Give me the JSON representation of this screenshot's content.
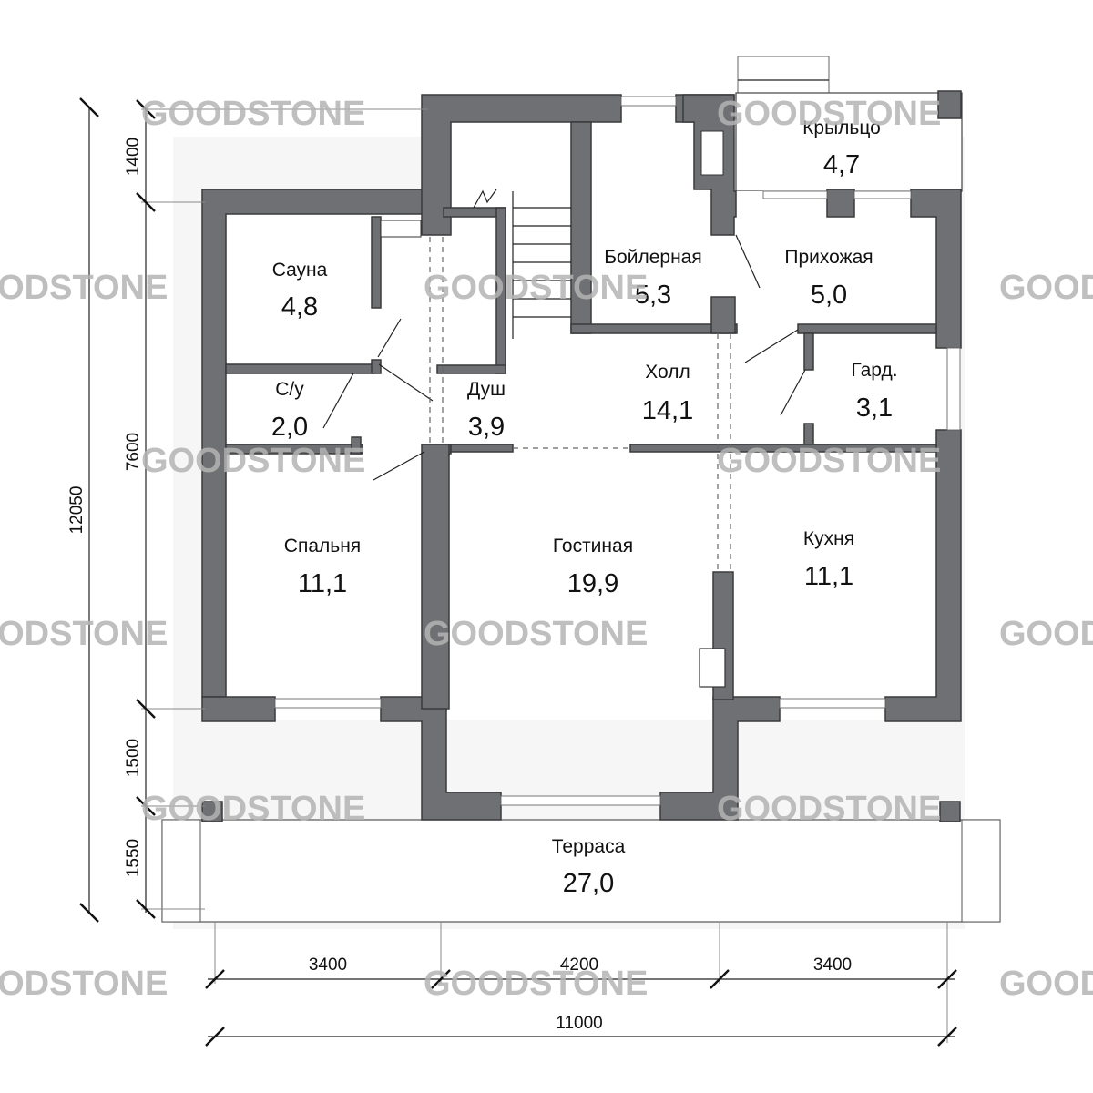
{
  "rooms": {
    "porch": {
      "name": "Крыльцо",
      "area": "4,7"
    },
    "boiler": {
      "name": "Бойлерная",
      "area": "5,3"
    },
    "entry": {
      "name": "Прихожая",
      "area": "5,0"
    },
    "sauna": {
      "name": "Сауна",
      "area": "4,8"
    },
    "wc": {
      "name": "С/у",
      "area": "2,0"
    },
    "shower": {
      "name": "Душ",
      "area": "3,9"
    },
    "hall": {
      "name": "Холл",
      "area": "14,1"
    },
    "wardrobe": {
      "name": "Гард.",
      "area": "3,1"
    },
    "bedroom": {
      "name": "Спальня",
      "area": "11,1"
    },
    "living": {
      "name": "Гостиная",
      "area": "19,9"
    },
    "kitchen": {
      "name": "Кухня",
      "area": "11,1"
    },
    "terrace": {
      "name": "Терраса",
      "area": "27,0"
    }
  },
  "dimensions": {
    "left": [
      "1400",
      "7600",
      "1500",
      "1550"
    ],
    "total_height": "12050",
    "bottom": [
      "3400",
      "4200",
      "3400"
    ],
    "total_width": "11000"
  },
  "watermark": "GOODSTONE"
}
